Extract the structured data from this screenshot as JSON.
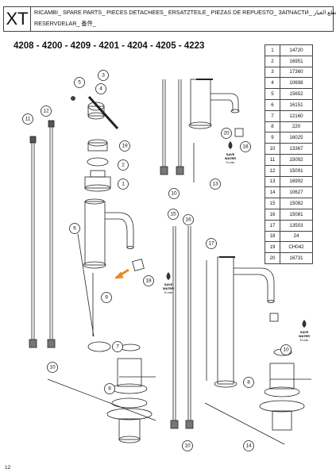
{
  "header": {
    "series_code": "XT",
    "line1": "RICAMBI_ SPARE PARTS_ PIECES DETACHEES_ ERSATZTEILE_ PIEZAS DE REPUESTO_ ЗАПЧАСТИ_ قطع الغيار",
    "line2": "RESERVDELAR_ 备件_"
  },
  "models": "4208 - 4200 - 4209 - 4201 - 4204 - 4205 - 4223",
  "parts": [
    {
      "n": "1",
      "code": "14720"
    },
    {
      "n": "2",
      "code": "16951"
    },
    {
      "n": "3",
      "code": "17360"
    },
    {
      "n": "4",
      "code": "10698"
    },
    {
      "n": "5",
      "code": "15652"
    },
    {
      "n": "6",
      "code": "16151"
    },
    {
      "n": "7",
      "code": "12160"
    },
    {
      "n": "8",
      "code": "220"
    },
    {
      "n": "9",
      "code": "16025"
    },
    {
      "n": "10",
      "code": "13367"
    },
    {
      "n": "11",
      "code": "15092"
    },
    {
      "n": "12",
      "code": "15091"
    },
    {
      "n": "13",
      "code": "16992"
    },
    {
      "n": "14",
      "code": "10627"
    },
    {
      "n": "15",
      "code": "15082"
    },
    {
      "n": "16",
      "code": "15081"
    },
    {
      "n": "17",
      "code": "13503"
    },
    {
      "n": "18",
      "code": "24"
    },
    {
      "n": "19",
      "code": "CH042"
    },
    {
      "n": "20",
      "code": "16731"
    }
  ],
  "save_water": {
    "line1": "SAVE",
    "line2": "WATER",
    "rate": "5 L/min"
  },
  "page_number": "12"
}
